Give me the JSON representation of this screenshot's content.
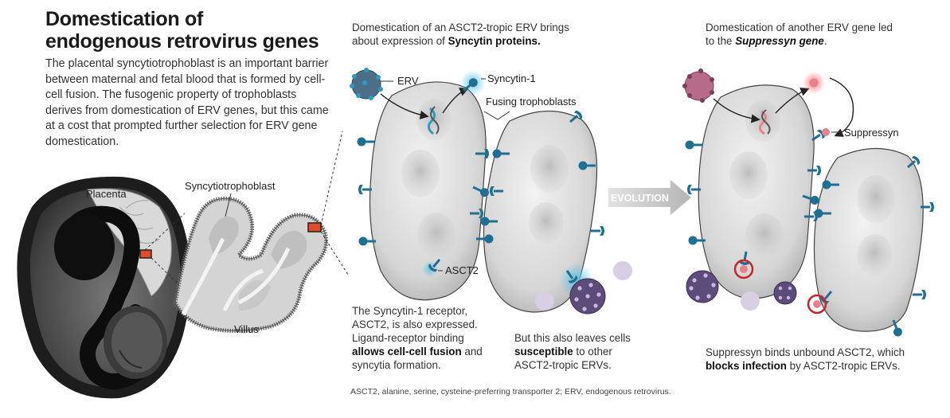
{
  "title": {
    "line1": "Domestication of",
    "line2": "endogenous retrovirus genes"
  },
  "intro": "The placental syncytiotrophoblast is an important barrier between maternal and fetal blood that is formed by cell-cell fusion. The fusogenic property of trophoblasts derives from domestication of ERV genes, but this came at a cost that prompted further selection for ERV gene domestication.",
  "left_panel": {
    "placenta_label": "Placenta",
    "syncytio_label": "Syncytiotrophoblast",
    "villus_label": "Villus"
  },
  "middle_panel": {
    "heading_pre": "Domestication of an ASCT2-tropic ERV brings about expression of ",
    "heading_bold": "Syncytin proteins.",
    "erv_label": "ERV",
    "syncytin_label": "Syncytin-1",
    "fusing_label": "Fusing trophoblasts",
    "asct2_label": "ASCT2",
    "caption1_pre": "The Syncytin-1 receptor, ASCT2, is also expressed. Ligand-receptor binding ",
    "caption1_bold": "allows cell-cell fusion",
    "caption1_post": " and syncytia formation.",
    "caption2_pre": "But this also leaves cells ",
    "caption2_bold": "susceptible",
    "caption2_post": " to other ASCT2-tropic ERVs."
  },
  "evolution_label": "EVOLUTION",
  "right_panel": {
    "heading_pre": "Domestication of another ERV gene led to the ",
    "heading_bold": "Suppressyn gene",
    "heading_post": ".",
    "suppressyn_label": "Suppressyn",
    "caption_pre": "Suppressyn binds unbound ASCT2, which ",
    "caption_bold": "blocks infection",
    "caption_post": " by ASCT2-tropic ERVs."
  },
  "footnote": "ASCT2, alanine, serine, cysteine-preferring transporter 2; ERV, endogenous retrovirus.",
  "colors": {
    "receptor": "#1f6f93",
    "syncytin_glow": "#5ec4e8",
    "suppressyn": "#e8828a",
    "suppressyn_ring": "#c8242c",
    "virus_purple": "#5d4b7a",
    "virus_pink": "#b86a8a",
    "erv_blue": "#4a6f86",
    "cell_fill": "#dedede",
    "arrow_gray": "#bdbdbd"
  }
}
